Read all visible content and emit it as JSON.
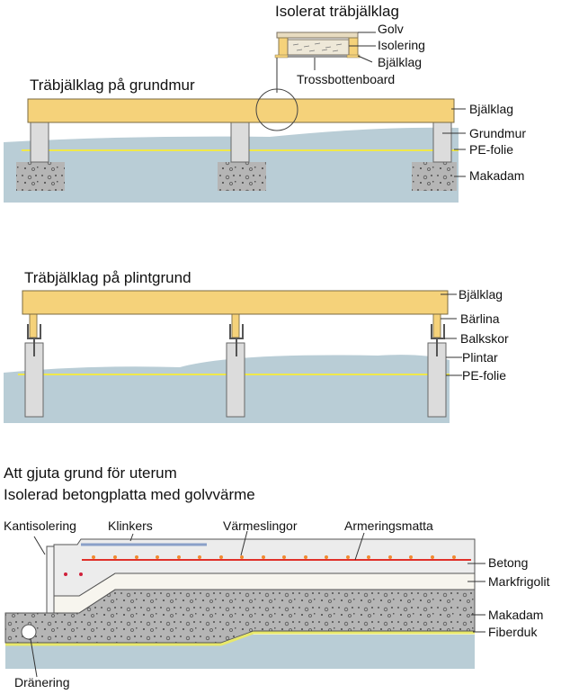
{
  "colors": {
    "wood": "#f5d27a",
    "wood_edge": "#8a7a50",
    "ground": "#b9cdd6",
    "pe_foil": "#f0e84a",
    "concrete_light": "#dcdcdc",
    "gravel": "#b8b8b8",
    "reinforcement": "#e0302a",
    "heating_dot": "#f08a30",
    "clinker": "#8aa0c8",
    "frigolit": "#f7f5ee"
  },
  "detail": {
    "title": "Isolerat träbjälklag",
    "labels": [
      "Golv",
      "Isolering",
      "Bjälklag",
      "Trossbottenboard"
    ]
  },
  "section1": {
    "title": "Träbjälklag på grundmur",
    "labels": [
      "Bjälklag",
      "Grundmur",
      "PE-folie",
      "Makadam"
    ]
  },
  "section2": {
    "title": "Träbjälklag på plintgrund",
    "labels": [
      "Bjälklag",
      "Bärlina",
      "Balkskor",
      "Plintar",
      "PE-folie"
    ]
  },
  "section3": {
    "title_line1": "Att gjuta grund för uterum",
    "title_line2": "Isolerad betongplatta med golvvärme",
    "top_labels": [
      "Kantisolering",
      "Klinkers",
      "Värmeslingor",
      "Armeringsmatta"
    ],
    "right_labels": [
      "Betong",
      "Markfrigolit",
      "Makadam",
      "Fiberduk"
    ],
    "bottom_label": "Dränering"
  }
}
